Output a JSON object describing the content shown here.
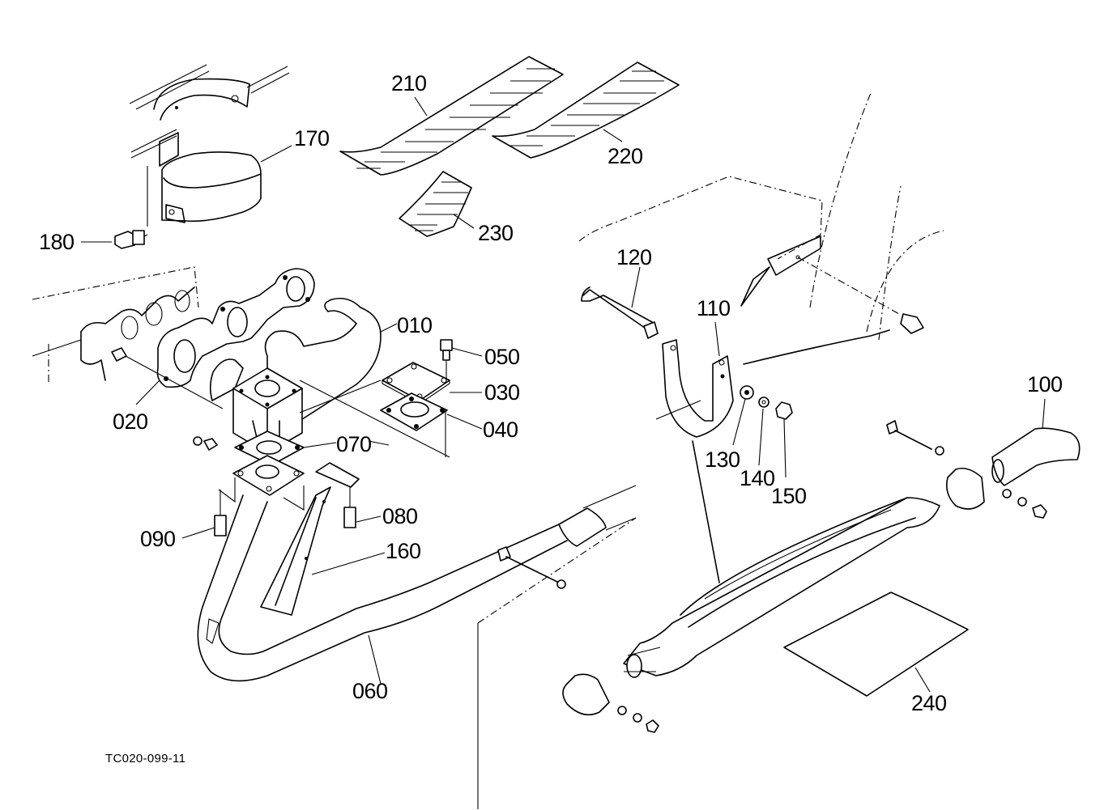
{
  "diagram": {
    "type": "exploded parts diagram",
    "subject": "Exhaust manifold, muffler and heat shields",
    "figure_code": "TC020-099-11",
    "parts": [
      {
        "id": "010",
        "label": "010",
        "component": "exhaust manifold"
      },
      {
        "id": "020",
        "label": "020",
        "component": "manifold gasket"
      },
      {
        "id": "030",
        "label": "030",
        "component": "cover plate"
      },
      {
        "id": "040",
        "label": "040",
        "component": "cover gasket"
      },
      {
        "id": "050",
        "label": "050",
        "component": "cover bolt"
      },
      {
        "id": "060",
        "label": "060",
        "component": "exhaust pipe"
      },
      {
        "id": "070",
        "label": "070",
        "component": "pipe flange gasket"
      },
      {
        "id": "080",
        "label": "080",
        "component": "flange nut"
      },
      {
        "id": "090",
        "label": "090",
        "component": "flange nut"
      },
      {
        "id": "100",
        "label": "100",
        "component": "tail pipe"
      },
      {
        "id": "110",
        "label": "110",
        "component": "muffler hanger"
      },
      {
        "id": "120",
        "label": "120",
        "component": "hook bolt"
      },
      {
        "id": "130",
        "label": "130",
        "component": "flat washer"
      },
      {
        "id": "140",
        "label": "140",
        "component": "spring washer"
      },
      {
        "id": "150",
        "label": "150",
        "component": "nut"
      },
      {
        "id": "160",
        "label": "160",
        "component": "pipe bracket"
      },
      {
        "id": "170",
        "label": "170",
        "component": "heat cover"
      },
      {
        "id": "180",
        "label": "180",
        "component": "bolt"
      },
      {
        "id": "210",
        "label": "210",
        "component": "insulation pad"
      },
      {
        "id": "220",
        "label": "220",
        "component": "insulation pad"
      },
      {
        "id": "230",
        "label": "230",
        "component": "insulation pad"
      },
      {
        "id": "240",
        "label": "240",
        "component": "heat insulator"
      }
    ]
  }
}
